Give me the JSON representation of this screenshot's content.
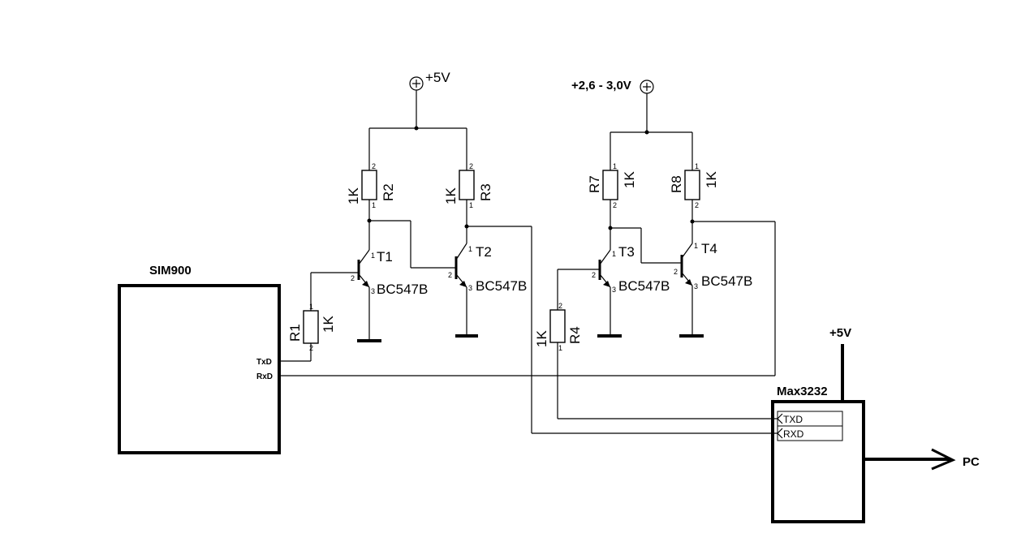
{
  "supplies": {
    "vcc5_label": "+5V",
    "vlow_label": "+2,6 - 3,0V",
    "max_vcc_label": "+5V"
  },
  "blocks": {
    "sim900": {
      "title": "SIM900",
      "txd": "TxD",
      "rxd": "RxD"
    },
    "max3232": {
      "title": "Max3232",
      "txd": "TXD",
      "rxd": "RXD"
    },
    "pc_label": "PC"
  },
  "resistors": {
    "r1": {
      "ref": "R1",
      "value": "1K"
    },
    "r2": {
      "ref": "R2",
      "value": "1K"
    },
    "r3": {
      "ref": "R3",
      "value": "1K"
    },
    "r4": {
      "ref": "R4",
      "value": "1K"
    },
    "r7": {
      "ref": "R7",
      "value": "1K"
    },
    "r8": {
      "ref": "R8",
      "value": "1K"
    }
  },
  "transistors": {
    "t1": {
      "ref": "T1",
      "part": "BC547B"
    },
    "t2": {
      "ref": "T2",
      "part": "BC547B"
    },
    "t3": {
      "ref": "T3",
      "part": "BC547B"
    },
    "t4": {
      "ref": "T4",
      "part": "BC547B"
    }
  },
  "pins": {
    "p1": "1",
    "p2": "2",
    "p3": "3"
  }
}
